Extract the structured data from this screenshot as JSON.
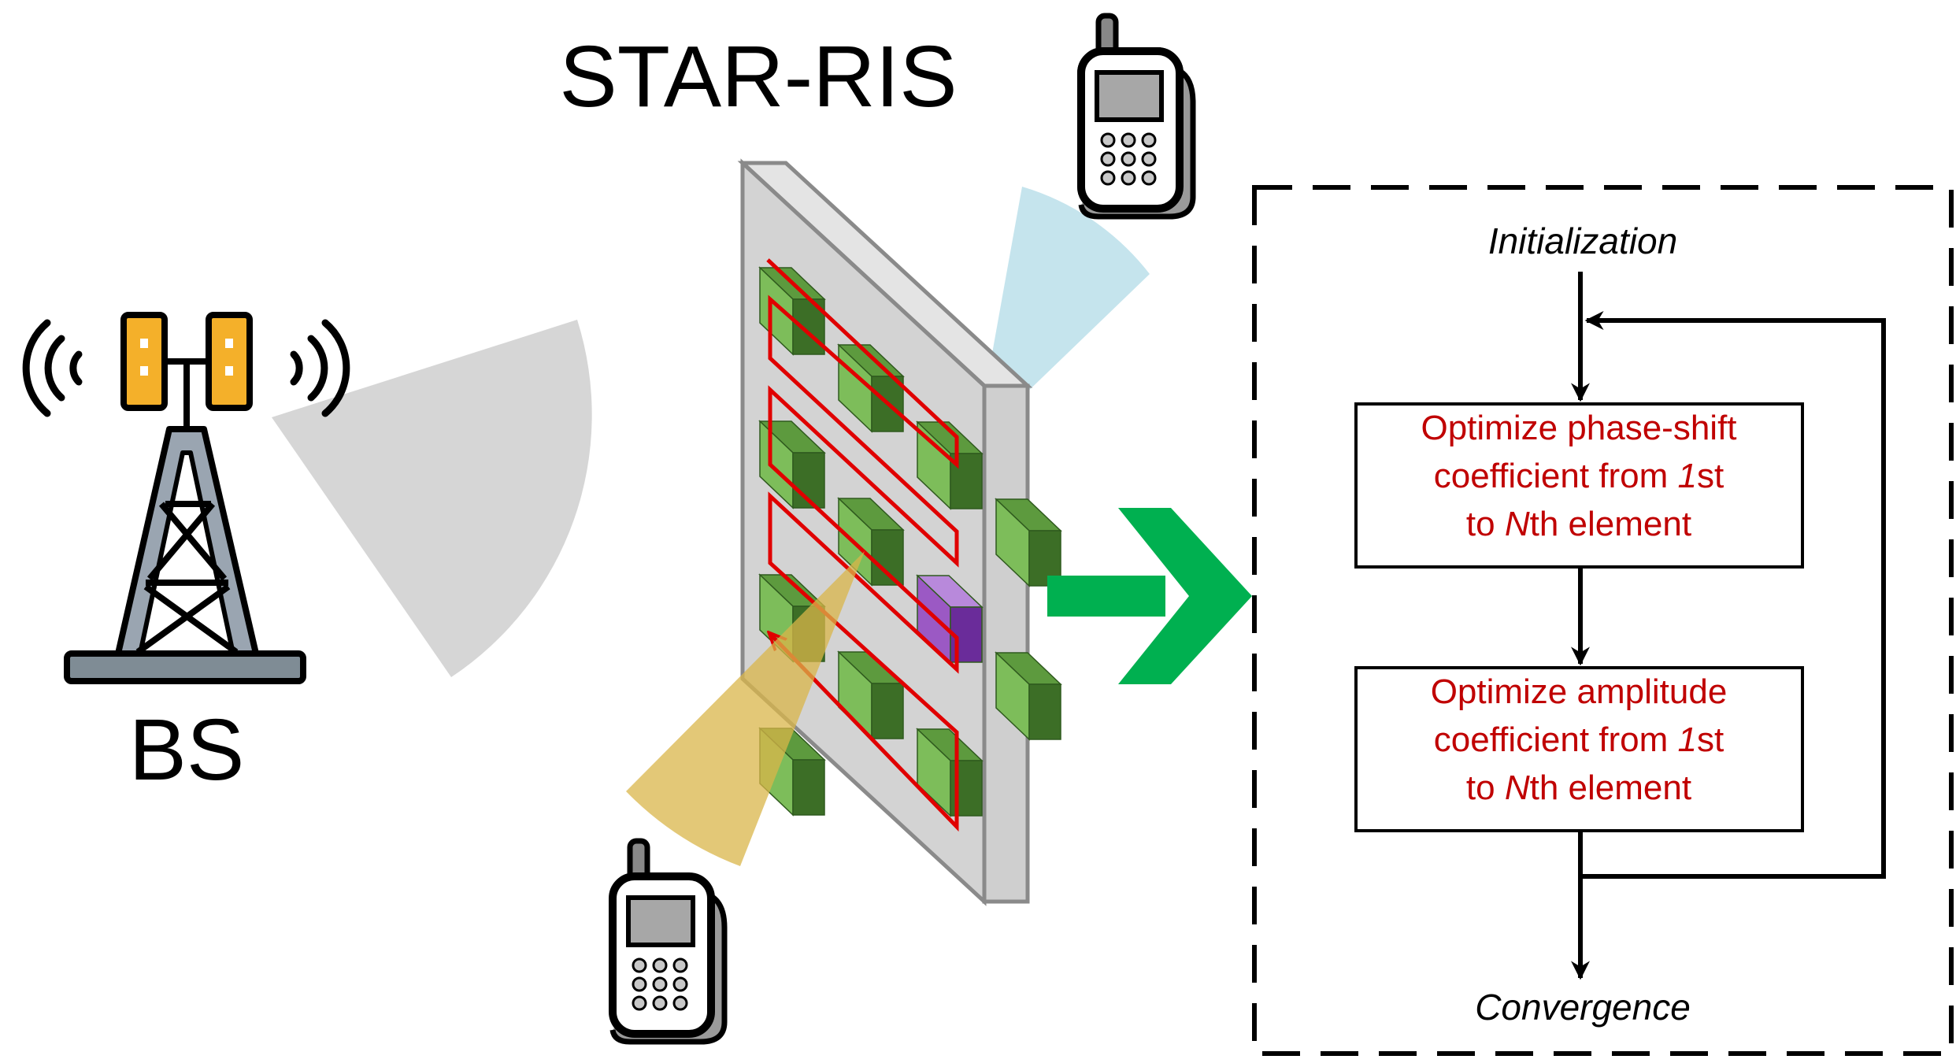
{
  "labels": {
    "ris_title": "STAR-RIS",
    "bs": "BS"
  },
  "flowchart": {
    "start": "Initialization",
    "end": "Convergence",
    "steps": [
      {
        "lines": [
          [
            {
              "t": "Optimize phase-shift"
            }
          ],
          [
            {
              "t": "coefficient from "
            },
            {
              "t": "1",
              "i": true
            },
            {
              "t": "st"
            }
          ],
          [
            {
              "t": "to "
            },
            {
              "t": "N",
              "i": true
            },
            {
              "t": "th element"
            }
          ]
        ]
      },
      {
        "lines": [
          [
            {
              "t": "Optimize amplitude"
            }
          ],
          [
            {
              "t": "coefficient from "
            },
            {
              "t": "1",
              "i": true
            },
            {
              "t": "st"
            }
          ],
          [
            {
              "t": "to "
            },
            {
              "t": "N",
              "i": true
            },
            {
              "t": "th element"
            }
          ]
        ]
      }
    ]
  },
  "colors": {
    "step_text": "#c00000",
    "ris_element_face": "#7dbd5a",
    "ris_element_side": "#3c6e26",
    "ris_element_highlight": "#9b59c4",
    "traversal_path": "#e00000",
    "big_arrow": "#00b050",
    "beam_incident": "#cfcfcf",
    "beam_transmitted": "#d9b54a",
    "beam_reflected": "#b7dde9",
    "antenna_panel": "#f4b02a"
  }
}
